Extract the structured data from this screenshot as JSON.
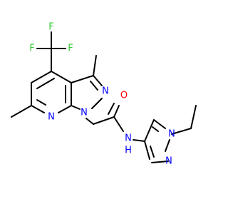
{
  "molecule": {
    "colors": {
      "bond": "#000000",
      "fluorine": "#33cc33",
      "nitrogen": "#0000ff",
      "oxygen": "#ff0000"
    },
    "atoms": {
      "f_top": "F",
      "f_left": "F",
      "f_right": "F",
      "n_pyridine": "N",
      "n1_pyrazole": "N",
      "n2_pyrazole": "N",
      "o_carbonyl": "O",
      "n_amide": "N",
      "h_amide": "H",
      "n1_ethylpyrazole": "N",
      "n2_ethylpyrazole": "N"
    }
  }
}
